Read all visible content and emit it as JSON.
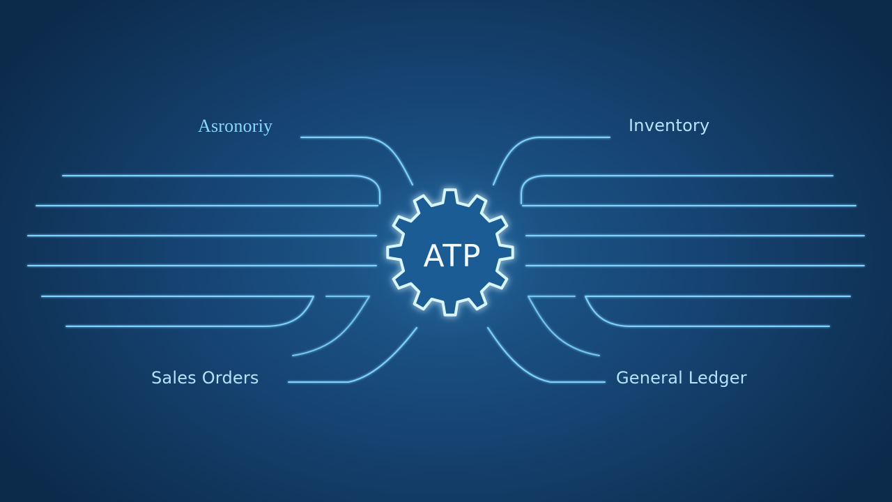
{
  "hub": {
    "label": "ATP",
    "icon": "gear-icon"
  },
  "labels": {
    "top_left": "Asronoriy",
    "top_right": "Inventory",
    "bottom_left": "Sales Orders",
    "bottom_right": "General Ledger"
  },
  "colors": {
    "background": "#18497a",
    "line": "#7fd3ff",
    "glow": "#9fe8ff",
    "text": "#b5e2ff"
  }
}
